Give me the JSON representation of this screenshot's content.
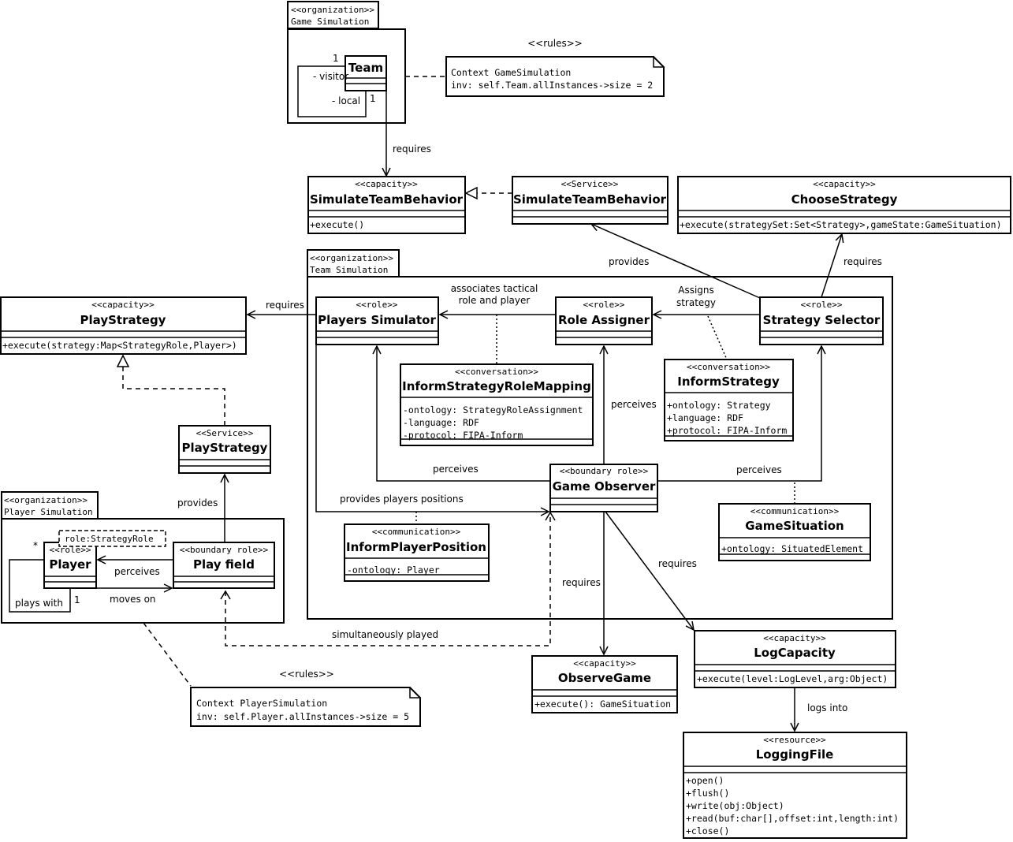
{
  "organizations": {
    "game_simulation": {
      "stereotype": "<<organization>>",
      "name": "Game Simulation"
    },
    "team_simulation": {
      "stereotype": "<<organization>>",
      "name": "Team Simulation"
    },
    "player_simulation": {
      "stereotype": "<<organization>>",
      "name": "Player Simulation"
    }
  },
  "team": {
    "name": "Team",
    "visitor": "- visitor",
    "local": "- local",
    "mult_visitor": "1",
    "mult_local": "1"
  },
  "rules_game": {
    "header": "<<rules>>",
    "line1": "Context GameSimulation",
    "line2": "inv: self.Team.allInstances->size = 2"
  },
  "rules_player": {
    "header": "<<rules>>",
    "line1": "Context PlayerSimulation",
    "line2": "inv: self.Player.allInstances->size = 5"
  },
  "simulate_capacity": {
    "stereotype": "<<capacity>>",
    "name": "SimulateTeamBehavior",
    "op": "+execute()"
  },
  "simulate_service": {
    "stereotype": "<<Service>>",
    "name": "SimulateTeamBehavior"
  },
  "choose_strategy": {
    "stereotype": "<<capacity>>",
    "name": "ChooseStrategy",
    "op": "+execute(strategySet:Set<Strategy>,gameState:GameSituation)"
  },
  "play_strategy_cap": {
    "stereotype": "<<capacity>>",
    "name": "PlayStrategy",
    "op": "+execute(strategy:Map<StrategyRole,Player>)"
  },
  "play_strategy_service": {
    "stereotype": "<<Service>>",
    "name": "PlayStrategy"
  },
  "players_simulator": {
    "stereotype": "<<role>>",
    "name": "Players Simulator"
  },
  "role_assigner": {
    "stereotype": "<<role>>",
    "name": "Role Assigner"
  },
  "strategy_selector": {
    "stereotype": "<<role>>",
    "name": "Strategy Selector"
  },
  "inform_mapping": {
    "stereotype": "<<conversation>>",
    "name": "InformStrategyRoleMapping",
    "attrs": [
      "-ontology: StrategyRoleAssignment",
      "-language: RDF",
      "-protocol: FIPA-Inform"
    ]
  },
  "inform_strategy": {
    "stereotype": "<<conversation>>",
    "name": "InformStrategy",
    "attrs": [
      "+ontology: Strategy",
      "+language: RDF",
      "+protocol: FIPA-Inform"
    ]
  },
  "game_observer": {
    "stereotype": "<<boundary role>>",
    "name": "Game Observer"
  },
  "inform_player_position": {
    "stereotype": "<<communication>>",
    "name": "InformPlayerPosition",
    "attr": "-ontology: Player"
  },
  "game_situation": {
    "stereotype": "<<communication>>",
    "name": "GameSituation",
    "attr": "+ontology: SituatedElement"
  },
  "player": {
    "stereotype": "<<role>>",
    "name": "Player",
    "role_param": "role:StrategyRole",
    "mult_star": "*",
    "mult_one": "1"
  },
  "play_field": {
    "stereotype": "<<boundary role>>",
    "name": "Play field"
  },
  "observe_game": {
    "stereotype": "<<capacity>>",
    "name": "ObserveGame",
    "op": "+execute(): GameSituation"
  },
  "log_capacity": {
    "stereotype": "<<capacity>>",
    "name": "LogCapacity",
    "op": "+execute(level:LogLevel,arg:Object)"
  },
  "logging_file": {
    "stereotype": "<<resource>>",
    "name": "LoggingFile",
    "ops": [
      "+open()",
      "+flush()",
      "+write(obj:Object)",
      "+read(buf:char[],offset:int,length:int)",
      "+close()"
    ]
  },
  "labels": {
    "requires": "requires",
    "provides": "provides",
    "perceives": "perceives",
    "associates_1": "associates tactical",
    "associates_2": "role and player",
    "assigns_1": "Assigns",
    "assigns_2": "strategy",
    "provides_positions": "provides  players positions",
    "plays_with": "plays with",
    "moves_on": "moves on",
    "simultaneously": "simultaneously played",
    "logs_into": "logs into"
  }
}
